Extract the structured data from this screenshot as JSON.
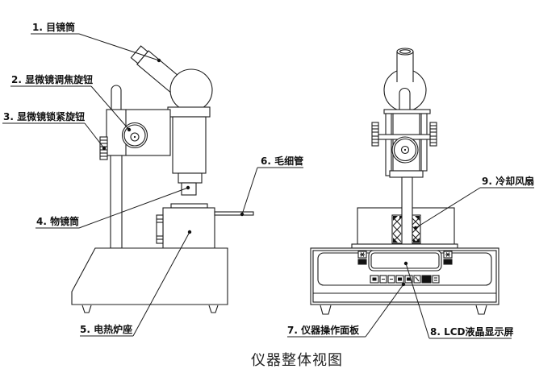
{
  "diagram": {
    "caption": "仪器整体视图",
    "colors": {
      "line": "#1c1c1c",
      "background": "#ffffff",
      "fill_dark": "#111111"
    },
    "labels": [
      {
        "name": "eyepiece-tube",
        "text": "1. 目镜筒"
      },
      {
        "name": "microscope-focus-knob",
        "text": "2. 显微镜调焦旋钮"
      },
      {
        "name": "microscope-lock-knob",
        "text": "3. 显微镜锁紧旋钮"
      },
      {
        "name": "objective-tube",
        "text": "4. 物镜筒"
      },
      {
        "name": "electric-heating-furnace-base",
        "text": "5. 电热炉座"
      },
      {
        "name": "capillary-tube",
        "text": "6. 毛细管"
      },
      {
        "name": "instrument-operation-panel",
        "text": "7. 仪器操作面板"
      },
      {
        "name": "lcd-display-screen",
        "text": "8. LCD液晶显示屏"
      },
      {
        "name": "cooling-fan",
        "text": "9. 冷却风扇"
      }
    ]
  }
}
